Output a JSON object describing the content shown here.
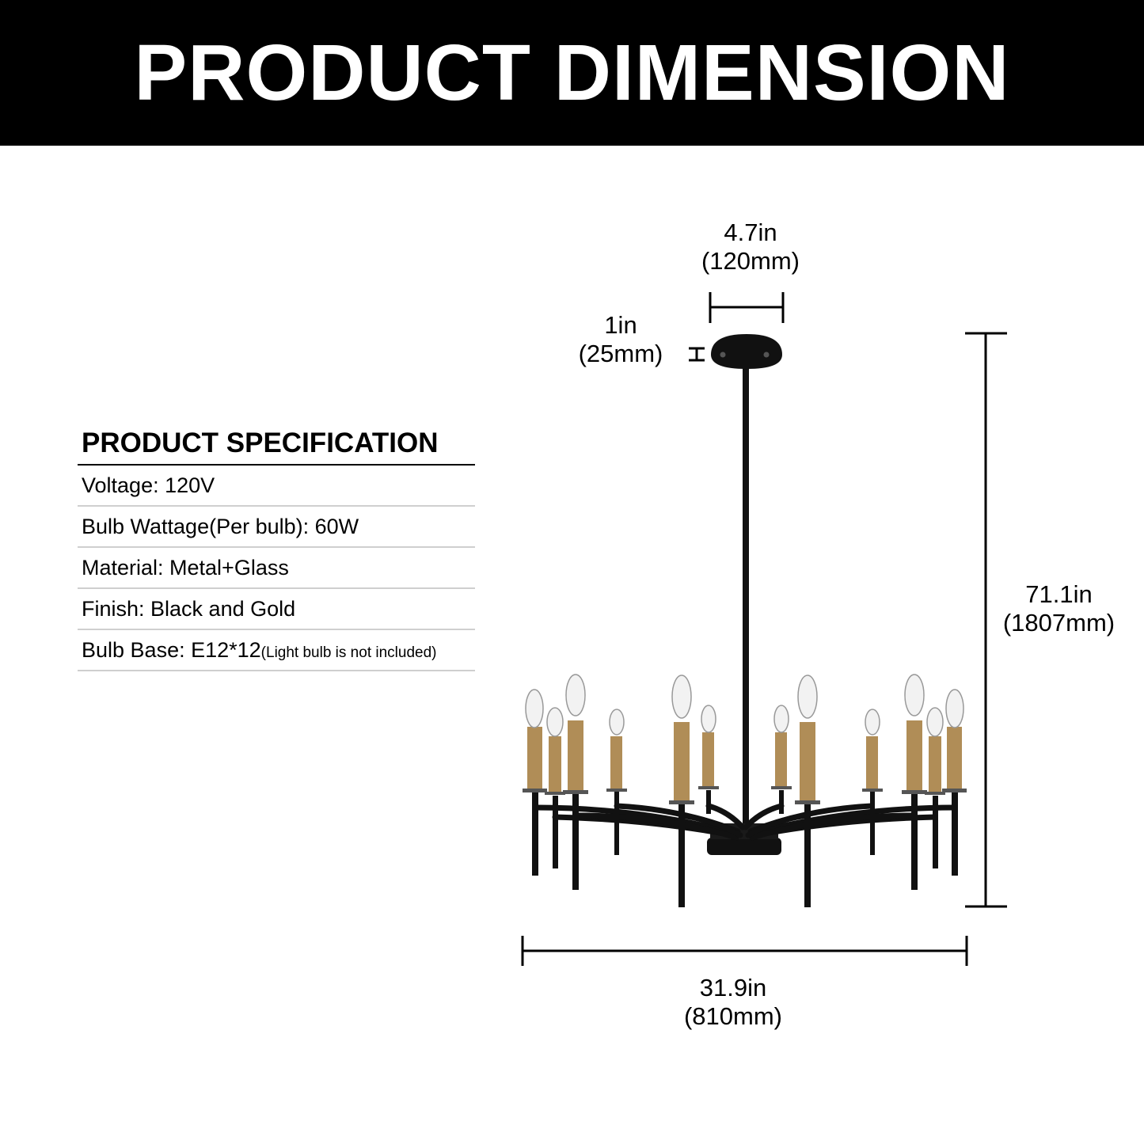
{
  "header": {
    "title": "PRODUCT DIMENSION"
  },
  "spec": {
    "title": "PRODUCT SPECIFICATION",
    "rows": [
      {
        "text": "Voltage: 120V",
        "note": ""
      },
      {
        "text": "Bulb Wattage(Per bulb): 60W",
        "note": ""
      },
      {
        "text": "Material: Metal+Glass",
        "note": ""
      },
      {
        "text": "Finish: Black and Gold",
        "note": ""
      },
      {
        "text": "Bulb Base: E12*12",
        "note": "(Light bulb is not included)"
      }
    ]
  },
  "dimensions": {
    "canopy_width": {
      "imperial": "4.7in",
      "metric": "(120mm)"
    },
    "canopy_height": {
      "imperial": "1in",
      "metric": "(25mm)"
    },
    "total_height": {
      "imperial": "71.1in",
      "metric": "(1807mm)"
    },
    "total_width": {
      "imperial": "31.9in",
      "metric": "(810mm)"
    }
  },
  "colors": {
    "banner": "#000000",
    "fixture": "#111111",
    "gold": "#b08d57"
  }
}
